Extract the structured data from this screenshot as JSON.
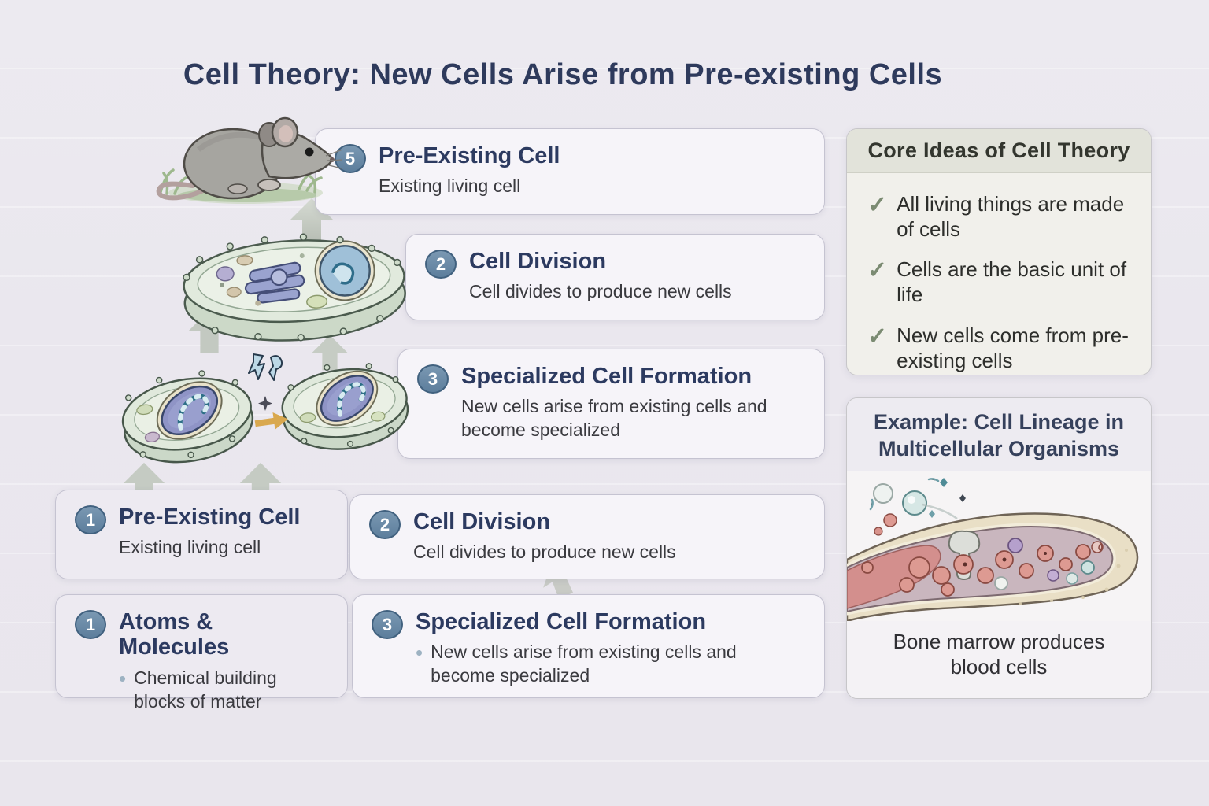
{
  "title": "Cell Theory: New Cells Arise from Pre-existing Cells",
  "flow": {
    "steps": [
      {
        "badge": "5",
        "title": "Pre-Existing Cell",
        "desc": "Existing living cell"
      },
      {
        "badge": "2",
        "title": "Cell Division",
        "desc": "Cell divides to produce new cells"
      },
      {
        "badge": "3",
        "title": "Specialized Cell Formation",
        "desc": "New cells arise from existing cells and become specialized"
      },
      {
        "badge": "1",
        "title": "Pre-Existing Cell",
        "desc": "Existing living cell"
      },
      {
        "badge": "2",
        "title": "Cell Division",
        "desc": "Cell divides to produce new cells"
      },
      {
        "badge": "1",
        "title": "Atoms & Molecules",
        "desc": "Chemical building blocks of matter"
      },
      {
        "badge": "3",
        "title": "Specialized Cell Formation",
        "desc": "New cells arise from existing cells and become specialized"
      }
    ]
  },
  "core_ideas": {
    "title": "Core Ideas of Cell Theory",
    "items": [
      {
        "text": "All living things are made of cells"
      },
      {
        "text": "Cells are the basic unit of life"
      },
      {
        "text": "New cells come from pre-existing cells"
      }
    ]
  },
  "example": {
    "title": "Example: Cell Lineage in Multicellular Organisms",
    "caption": "Bone marrow produces blood cells"
  },
  "icons": {
    "check": "✓",
    "bullet": "•"
  },
  "colors": {
    "badge_blue": "#6886a3",
    "check_green": "#7b8b72",
    "title_navy": "#2e3a5c",
    "arrow_gray": "#c7cdc5"
  }
}
